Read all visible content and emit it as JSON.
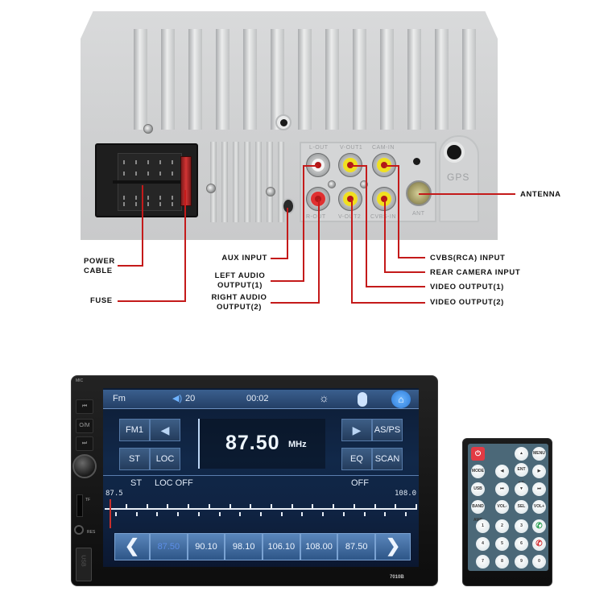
{
  "diagram": {
    "back_panel": {
      "engravings": {
        "gps": "GPS",
        "ant": "ANT",
        "r_out": "R-OUT",
        "v_out2": "V-OUT2",
        "cvbs_in": "CVBS-IN",
        "l_out": "L-OUT",
        "v_out1": "V-OUT1",
        "cam_in": "CAM-IN"
      }
    },
    "callouts": {
      "power_cable": "POWER CABLE",
      "fuse": "FUSE",
      "aux_input": "AUX INPUT",
      "left_audio": "LEFT AUDIO OUTPUT(1)",
      "right_audio": "RIGHT AUDIO OUTPUT(2)",
      "antenna": "ANTENNA",
      "cvbs_input": "CVBS(RCA) INPUT",
      "rear_camera": "REAR CAMERA INPUT",
      "video_out1": "VIDEO OUTPUT(1)",
      "video_out2": "VIDEO OUTPUT(2)"
    },
    "lead_color": "#c41a1a"
  },
  "head_unit": {
    "model": "7010B",
    "side_panel": {
      "mic_label": "MIC",
      "prev_button": "⏮",
      "mode_button": "O/M",
      "next_button": "⏭",
      "tf_label": "TF",
      "rst_label": "RES",
      "usb_label": "USB"
    },
    "screen": {
      "status_bar": {
        "source": "Fm",
        "volume_icon": "speaker-icon",
        "volume": "20",
        "time": "00:02",
        "brightness_icon": "☼",
        "bluetooth_icon": "bluetooth-icon",
        "home_icon": "⌂"
      },
      "left_buttons": [
        [
          "FM1",
          "◀"
        ],
        [
          "ST",
          "LOC"
        ]
      ],
      "right_buttons": [
        [
          "▶",
          "AS/PS"
        ],
        [
          "EQ",
          "SCAN"
        ]
      ],
      "frequency": "87.50",
      "frequency_unit": "MHz",
      "status_line": {
        "st": "ST",
        "loc": "LOC OFF",
        "right": "OFF"
      },
      "scale": {
        "min_label": "87.5",
        "max_label": "108.0",
        "needle_value": 87.5,
        "min": 87.5,
        "max": 108.0
      },
      "presets": {
        "prev_arrow": "❮",
        "next_arrow": "❯",
        "items": [
          "87.50",
          "90.10",
          "98.10",
          "106.10",
          "108.00",
          "87.50"
        ],
        "active_index": 0
      }
    }
  },
  "remote": {
    "buttons": {
      "power": "⏻",
      "up": "▲",
      "menu": "MENU",
      "mode": "MODE",
      "left": "◀",
      "ent": "ENT ▶II",
      "right": "▶",
      "usb_sd": "USB SD",
      "prev": "⏮",
      "down": "▼",
      "next": "⏭",
      "band": "BAND AMS",
      "vol_minus": "VOL-",
      "sel": "SEL",
      "vol_plus": "VOL+",
      "digits": [
        "1",
        "2",
        "3",
        "4",
        "5",
        "6",
        "7",
        "8",
        "9",
        "0"
      ],
      "call": "✆",
      "hangup": "✆"
    }
  }
}
